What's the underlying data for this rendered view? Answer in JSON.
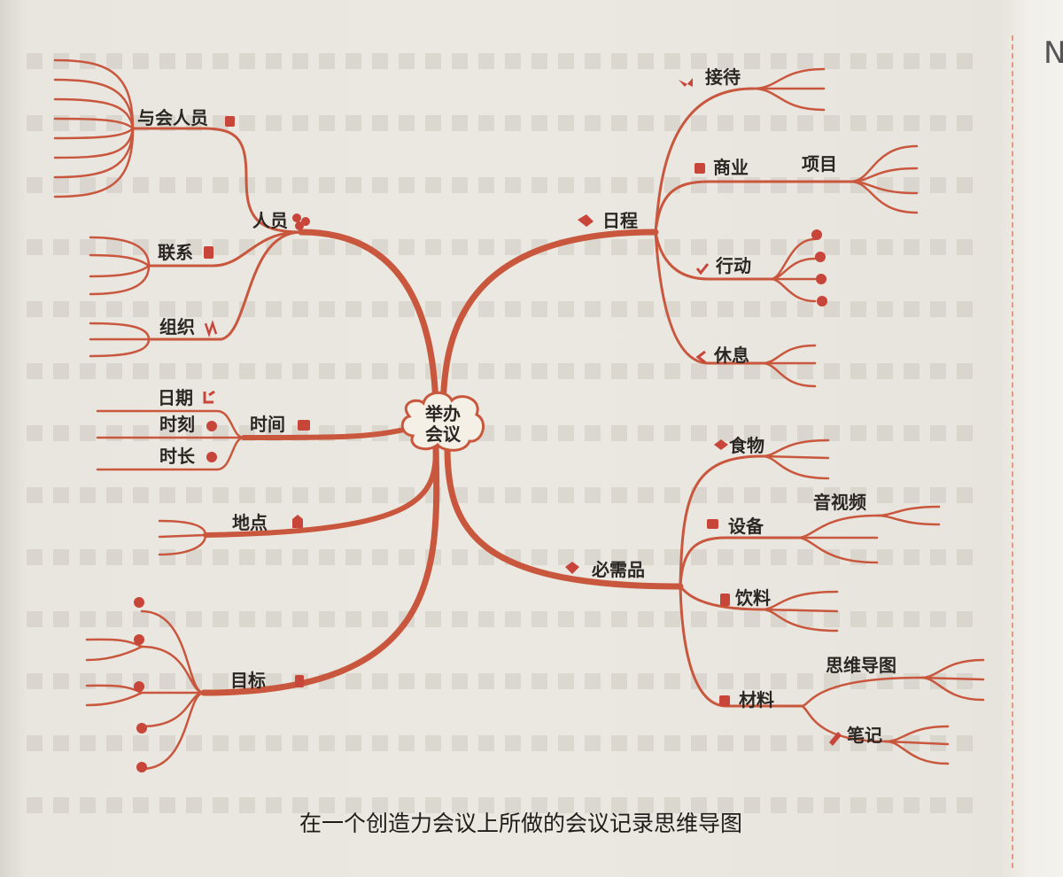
{
  "center": {
    "line1": "举办",
    "line2": "会议"
  },
  "caption": "在一个创造力会议上所做的会议记录思维导图",
  "colors": {
    "branch": "#c9573e",
    "icon": "#c8453a",
    "page": "#e9e6df"
  },
  "left_branches": {
    "people": {
      "label": "人员",
      "icon": "people-icon",
      "children": [
        "与会人员",
        "联系",
        "组织"
      ]
    },
    "time": {
      "label": "时间",
      "icon": "calendar-icon",
      "children": [
        "日期",
        "时刻",
        "时长"
      ]
    },
    "place": {
      "label": "地点",
      "icon": "building-icon"
    },
    "goal": {
      "label": "目标",
      "icon": "target-icon"
    }
  },
  "right_branches": {
    "schedule": {
      "label": "日程",
      "icon": "calendar-icon",
      "children": [
        "接待",
        "商业",
        "项目",
        "行动",
        "休息"
      ]
    },
    "supplies": {
      "label": "必需品",
      "icon": "box-icon",
      "children": [
        "食物",
        "设备",
        "音视频",
        "饮料",
        "材料",
        "思维导图",
        "笔记"
      ]
    }
  }
}
